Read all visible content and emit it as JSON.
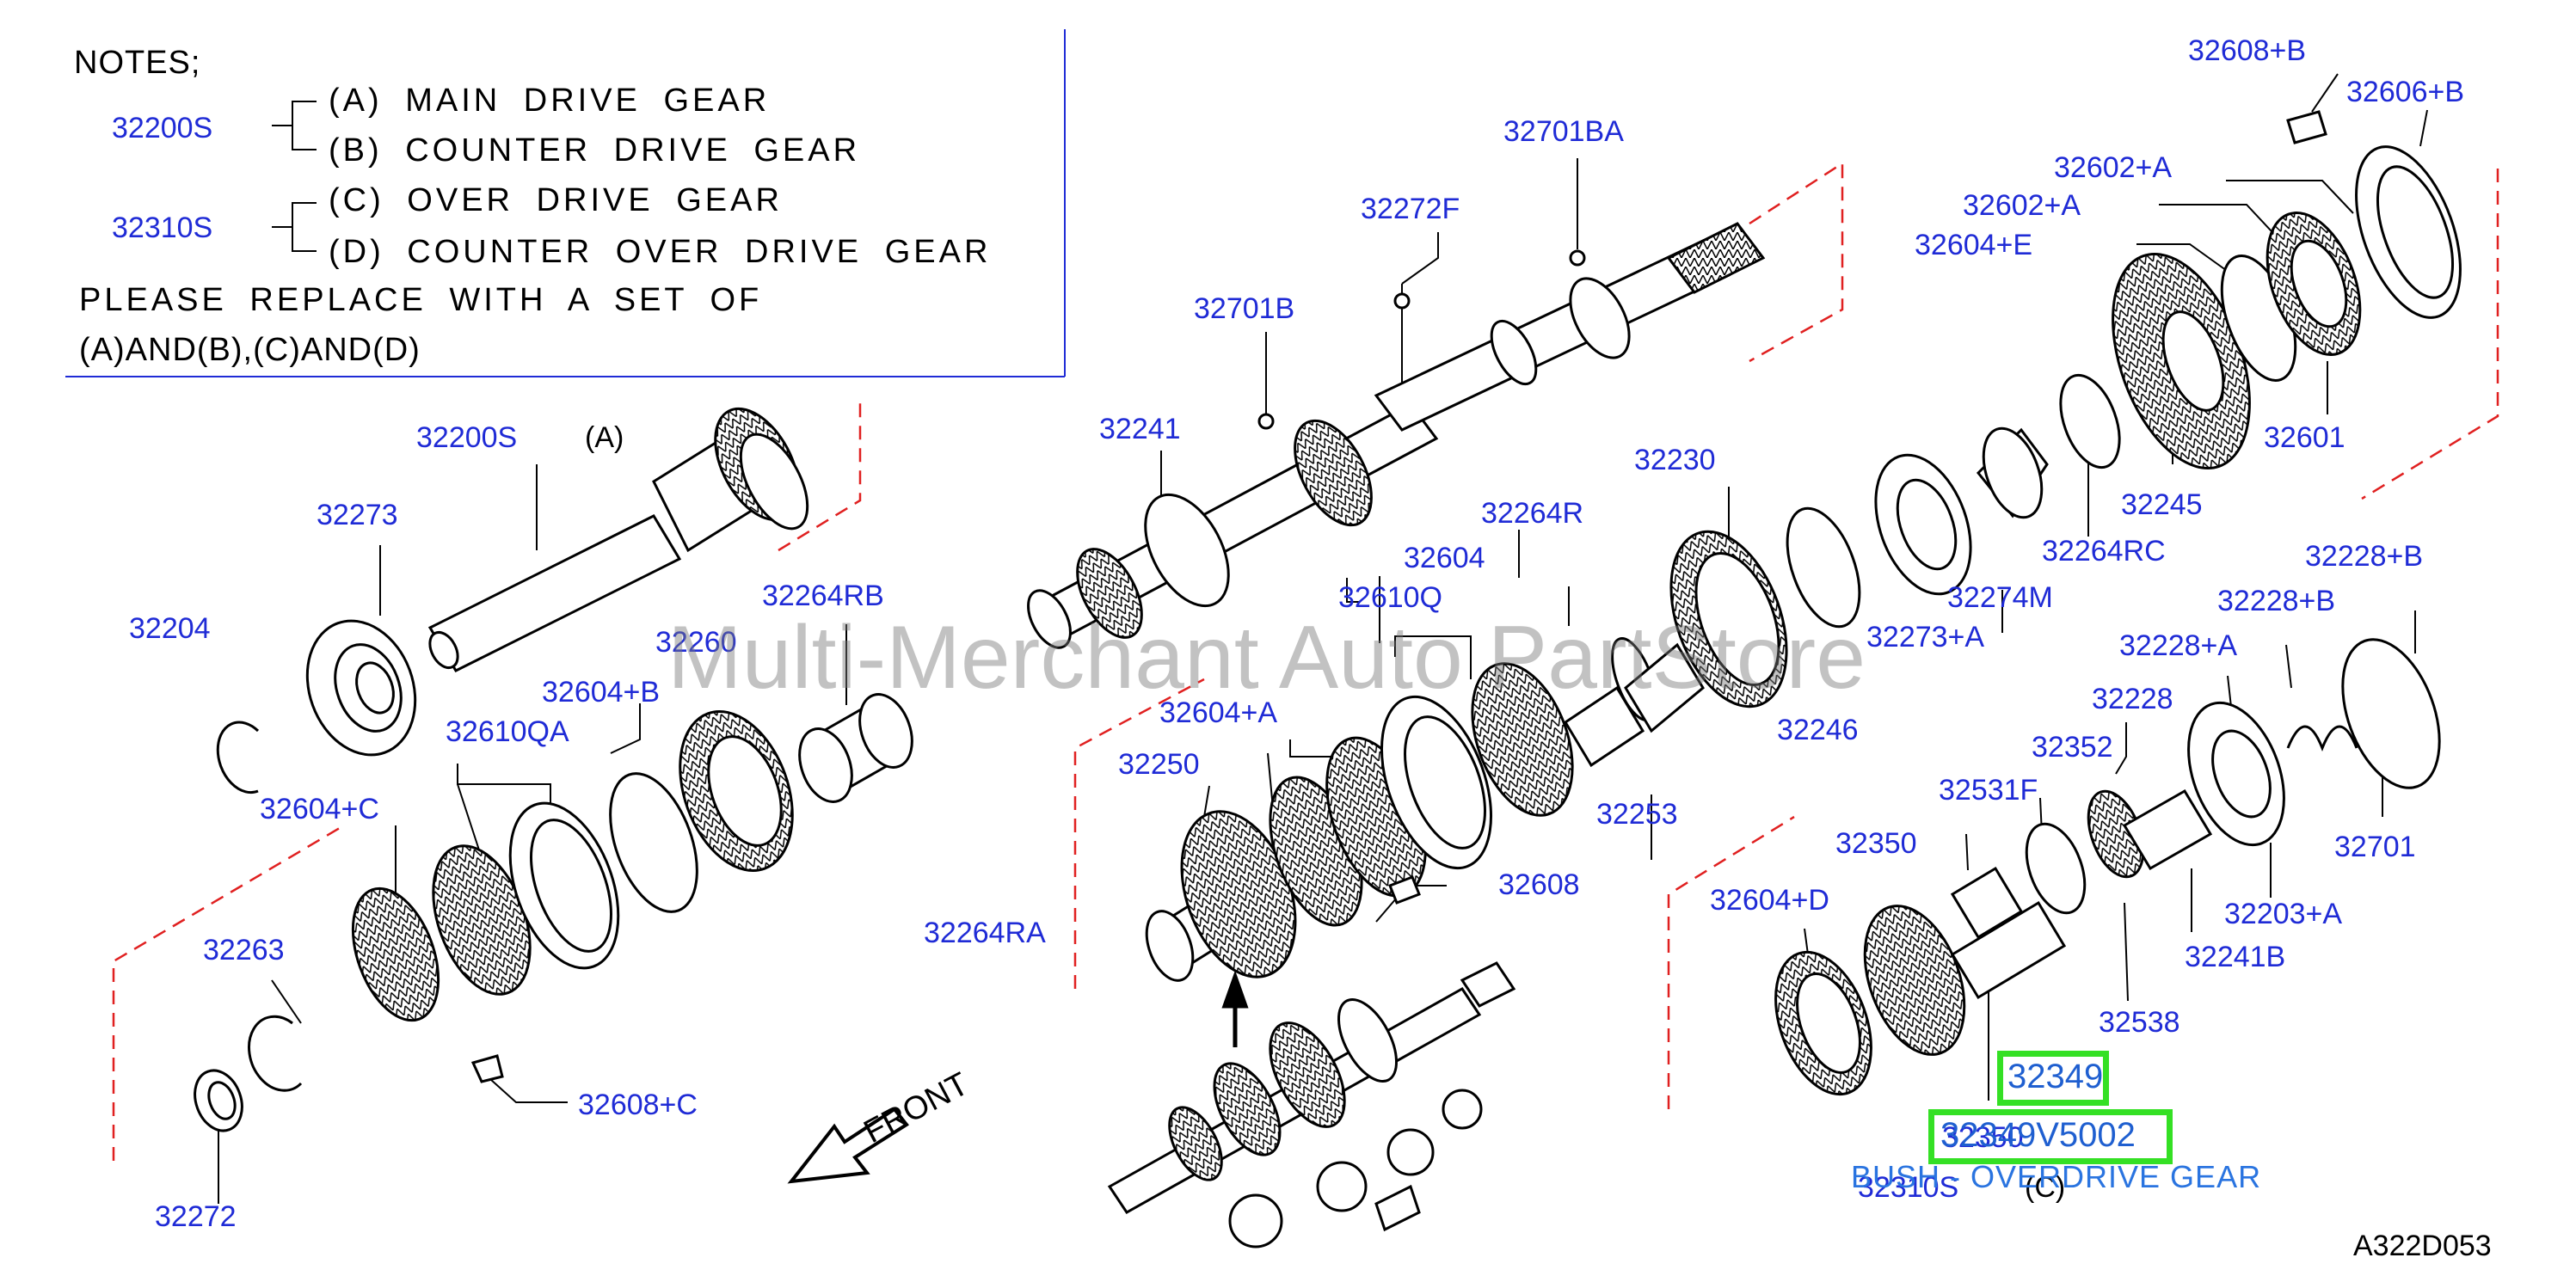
{
  "notes": {
    "title": "NOTES;",
    "group1_code": "32200S",
    "group1_item_a": "(A)  MAIN  DRIVE  GEAR",
    "group1_item_b": "(B)  COUNTER  DRIVE  GEAR",
    "group2_code": "32310S",
    "group2_item_c": "(C)  OVER  DRIVE  GEAR",
    "group2_item_d": "(D)  COUNTER  OVER  DRIVE  GEAR",
    "replace_line1": "PLEASE  REPLACE  WITH  A  SET  OF",
    "replace_line2": "(A)AND(B),(C)AND(D)"
  },
  "labels": {
    "l32608B": "32608+B",
    "l32606B": "32606+B",
    "l32701BA": "32701BA",
    "l32602A_1": "32602+A",
    "l32602A_2": "32602+A",
    "l32604E": "32604+E",
    "l32272F": "32272F",
    "l32701B": "32701B",
    "l32601": "32601",
    "l32245": "32245",
    "l32241": "32241",
    "l32230": "32230",
    "l32264RC": "32264RC",
    "l32200S": "32200S",
    "lA": "(A)",
    "l32273": "32273",
    "l32264R": "32264R",
    "l32604": "32604",
    "l32610Q": "32610Q",
    "l32274M": "32274M",
    "l32273A": "32273+A",
    "l32264RB": "32264RB",
    "l32204": "32204",
    "l32260": "32260",
    "l32228B_1": "32228+B",
    "l32228B_2": "32228+B",
    "l32228A": "32228+A",
    "l32604B": "32604+B",
    "l32228": "32228",
    "l32610QA": "32610QA",
    "l32604A": "32604+A",
    "l32246": "32246",
    "l32250": "32250",
    "l32352": "32352",
    "l32604C": "32604+C",
    "l32253": "32253",
    "l32531F": "32531F",
    "l32350": "32350",
    "l32701": "32701",
    "l32608": "32608",
    "l32604D": "32604+D",
    "l32203A": "32203+A",
    "l32264RA": "32264RA",
    "l32263": "32263",
    "l32241B": "32241B",
    "l32538": "32538",
    "l32608C": "32608+C",
    "l32272": "32272",
    "l32310S": "32310S",
    "lC": "(C)"
  },
  "highlight": {
    "box1_code": "32349",
    "box2_code": "32349V5002",
    "box2_under": "32350",
    "caption": "BUSH - OVERDRIVE GEAR"
  },
  "front_label": "FRONT",
  "watermark": "Multi-Merchant Auto PartStore",
  "diagram_code": "A322D053"
}
